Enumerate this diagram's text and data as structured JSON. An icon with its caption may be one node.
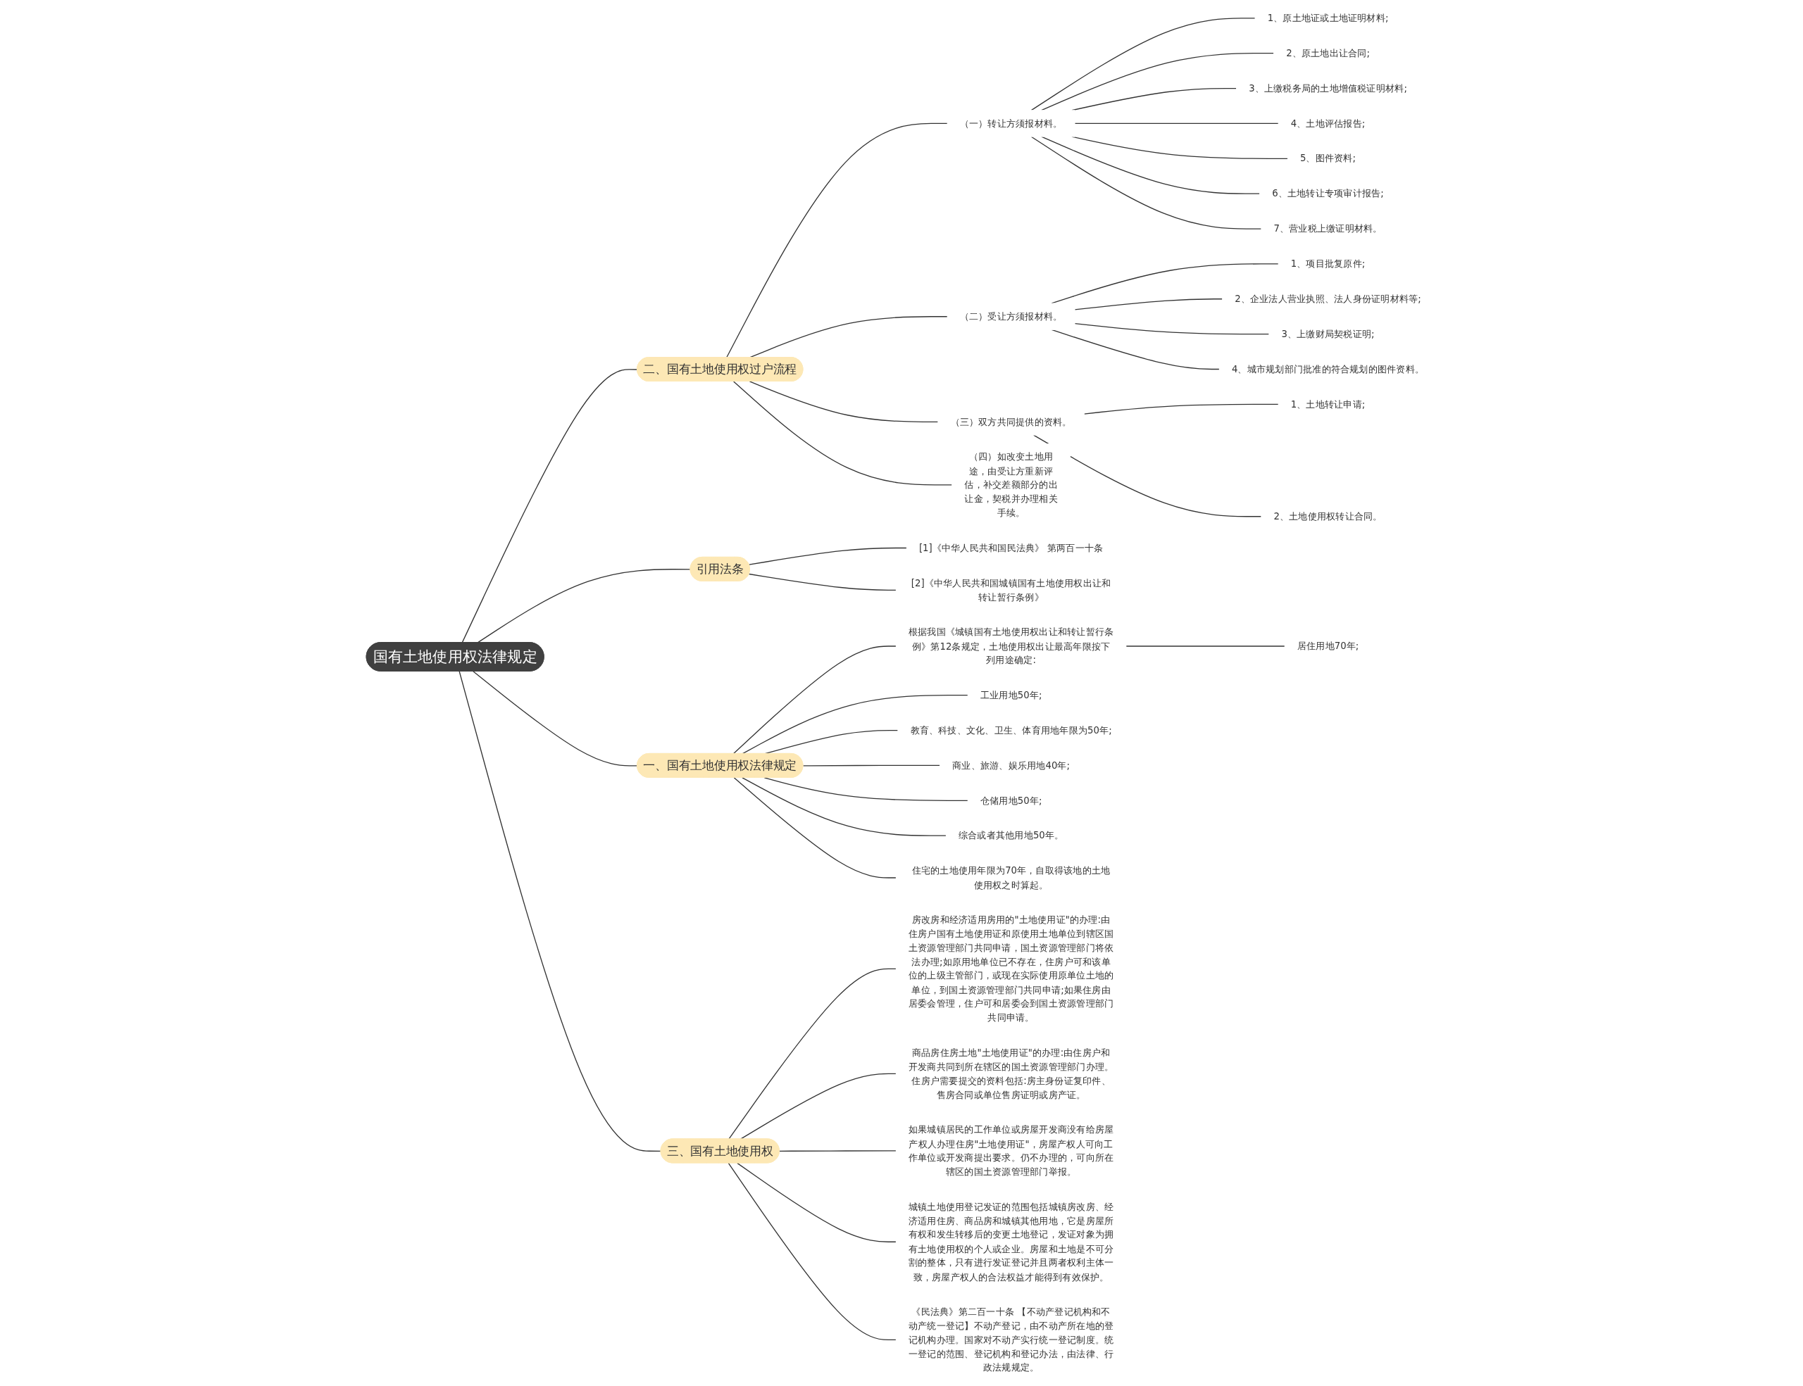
{
  "diagram": {
    "nodes": [
      {
        "text": [
          "国有土地使用权法律规定"
        ]
      },
      {
        "text": [
          "二、国有土地使用权过户流程"
        ]
      },
      {
        "text": [
          "（一）转让方须报材料。"
        ]
      },
      {
        "text": [
          "1、原土地证或土地证明材料;"
        ]
      },
      {
        "text": [
          "2、原土地出让合同;"
        ]
      },
      {
        "text": [
          "3、上缴税务局的土地增值税证明材料;"
        ]
      },
      {
        "text": [
          "4、土地评估报告;"
        ]
      },
      {
        "text": [
          "5、图件资料;"
        ]
      },
      {
        "text": [
          "6、土地转让专项审计报告;"
        ]
      },
      {
        "text": [
          "7、营业税上缴证明材料。"
        ]
      },
      {
        "text": [
          "（二）受让方须报材料。"
        ]
      },
      {
        "text": [
          "1、项目批复原件;"
        ]
      },
      {
        "text": [
          "2、企业法人营业执照、法人身份证明材料等;"
        ]
      },
      {
        "text": [
          "3、上缴财局契税证明;"
        ]
      },
      {
        "text": [
          "4、城市规划部门批准的符合规划的图件资料。"
        ]
      },
      {
        "text": [
          "（三）双方共同提供的资料。"
        ]
      },
      {
        "text": [
          "1、土地转让申请;"
        ]
      },
      {
        "text": [
          "2、土地使用权转让合同。"
        ]
      },
      {
        "text": [
          "（四）如改变土地用途，由受让方重新评估，补交差额部分的出让金，契税并办理相关手续。"
        ]
      },
      {
        "text": [
          "引用法条"
        ]
      },
      {
        "text": [
          "[1]《中华人民共和国民法典》 第两百一十条"
        ]
      },
      {
        "text": [
          "[2]《中华人民共和国城镇国有土地使用权出让和转让暂行条例》"
        ]
      },
      {
        "text": [
          "一、国有土地使用权法律规定"
        ]
      },
      {
        "text": [
          "根据我国《城镇国有土地使用权出让和转让暂行条例》第12条规定，土地使用权出让最高年限按下列用途确定:"
        ]
      },
      {
        "text": [
          "居住用地70年;"
        ]
      },
      {
        "text": [
          "工业用地50年;"
        ]
      },
      {
        "text": [
          "教育、科技、文化、卫生、体育用地年限为50年;"
        ]
      },
      {
        "text": [
          "商业、旅游、娱乐用地40年;"
        ]
      },
      {
        "text": [
          "仓储用地50年;"
        ]
      },
      {
        "text": [
          "综合或者其他用地50年。"
        ]
      },
      {
        "text": [
          "住宅的土地使用年限为70年，自取得该地的土地使用权之时算起。"
        ]
      },
      {
        "text": [
          "三、国有土地使用权"
        ]
      },
      {
        "text": [
          "房改房和经济适用房用的\"土地使用证\"的办理:由住房户国有土地使用证和原使用土地单位到辖区国土资源管理部门共同申请，国土资源管理部门将依法办理;如原用地单位已不存在，住房户可和该单位的上级主管部门，或现在实际使用原单位土地的单位，到国土资源管理部门共同申请;如果住房由居委会管理，住户可和居委会到国土资源管理部门共同申请。"
        ]
      },
      {
        "text": [
          "商品房住房土地\"土地使用证\"的办理:由住房户和开发商共同到所在辖区的国土资源管理部门办理。住房户需要提交的资料包括:房主身份证复印件、售房合同或单位售房证明或房产证。"
        ]
      },
      {
        "text": [
          "如果城镇居民的工作单位或房屋开发商没有给房屋产权人办理住房\"土地使用证\"，房屋产权人可向工作单位或开发商提出要求。仍不办理的，可向所在辖区的国土资源管理部门举报。"
        ]
      },
      {
        "text": [
          "城镇土地使用登记发证的范围包括城镇房改房、经济适用住房、商品房和城镇其他用地，它是房屋所有权和发生转移后的变更土地登记，发证对象为拥有土地使用权的个人或企业。房屋和土地是不可分割的整体，只有进行发证登记并且两者权利主体一致，房屋产权人的合法权益才能得到有效保护。"
        ]
      },
      {
        "text": [
          "《民法典》第二百一十条 【不动产登记机构和不动产统一登记】不动产登记，由不动产所在地的登记机构办理。国家对不动产实行统一登记制度。统一登记的范围、登记机构和登记办法，由法律、行政法规规定。"
        ]
      }
    ],
    "edges": [
      {
        "from": 0,
        "to": 1,
        "arrow": "none"
      },
      {
        "from": 1,
        "to": 2,
        "arrow": "none"
      },
      {
        "from": 2,
        "to": 3,
        "arrow": "none"
      },
      {
        "from": 2,
        "to": 4,
        "arrow": "none"
      },
      {
        "from": 2,
        "to": 5,
        "arrow": "none"
      },
      {
        "from": 2,
        "to": 6,
        "arrow": "none"
      },
      {
        "from": 2,
        "to": 7,
        "arrow": "none"
      },
      {
        "from": 2,
        "to": 8,
        "arrow": "none"
      },
      {
        "from": 2,
        "to": 9,
        "arrow": "none"
      },
      {
        "from": 1,
        "to": 10,
        "arrow": "none"
      },
      {
        "from": 10,
        "to": 11,
        "arrow": "none"
      },
      {
        "from": 10,
        "to": 12,
        "arrow": "none"
      },
      {
        "from": 10,
        "to": 13,
        "arrow": "none"
      },
      {
        "from": 10,
        "to": 14,
        "arrow": "none"
      },
      {
        "from": 1,
        "to": 15,
        "arrow": "none"
      },
      {
        "from": 15,
        "to": 16,
        "arrow": "none"
      },
      {
        "from": 15,
        "to": 17,
        "arrow": "none"
      },
      {
        "from": 1,
        "to": 18,
        "arrow": "none"
      },
      {
        "from": 0,
        "to": 19,
        "arrow": "none"
      },
      {
        "from": 19,
        "to": 20,
        "arrow": "none"
      },
      {
        "from": 19,
        "to": 21,
        "arrow": "none"
      },
      {
        "from": 0,
        "to": 22,
        "arrow": "none"
      },
      {
        "from": 22,
        "to": 23,
        "arrow": "none"
      },
      {
        "from": 23,
        "to": 24,
        "arrow": "none"
      },
      {
        "from": 22,
        "to": 25,
        "arrow": "none"
      },
      {
        "from": 22,
        "to": 26,
        "arrow": "none"
      },
      {
        "from": 22,
        "to": 27,
        "arrow": "none"
      },
      {
        "from": 22,
        "to": 28,
        "arrow": "none"
      },
      {
        "from": 22,
        "to": 29,
        "arrow": "none"
      },
      {
        "from": 22,
        "to": 30,
        "arrow": "none"
      },
      {
        "from": 0,
        "to": 31,
        "arrow": "none"
      },
      {
        "from": 31,
        "to": 32,
        "arrow": "none"
      },
      {
        "from": 31,
        "to": 33,
        "arrow": "none"
      },
      {
        "from": 31,
        "to": 34,
        "arrow": "none"
      },
      {
        "from": 31,
        "to": 35,
        "arrow": "none"
      },
      {
        "from": 31,
        "to": 36,
        "arrow": "none"
      }
    ]
  }
}
